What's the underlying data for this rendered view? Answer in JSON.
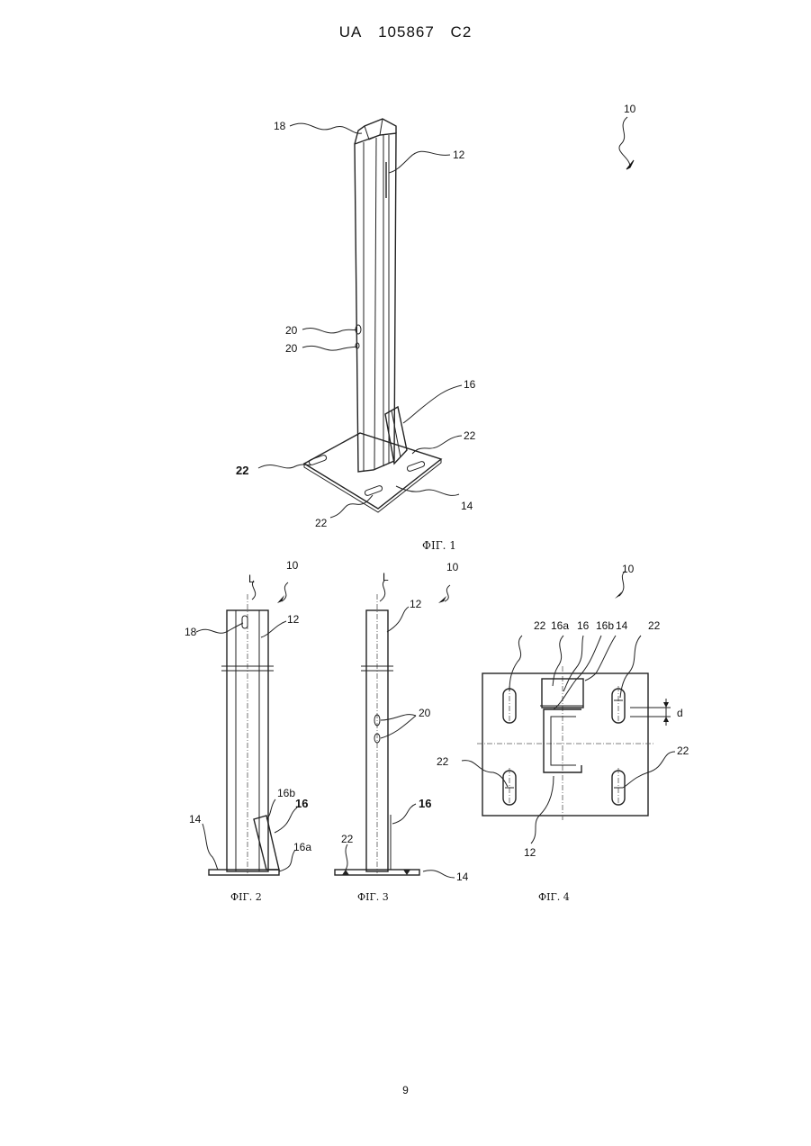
{
  "header": {
    "country": "UA",
    "number": "105867",
    "kind": "C2"
  },
  "figures": {
    "fig1": {
      "caption": "ФІГ. 1",
      "labels": {
        "ref10": "10",
        "ref18": "18",
        "ref12": "12",
        "ref20a": "20",
        "ref20b": "20",
        "ref16": "16",
        "ref22a": "22",
        "ref22b": "22",
        "ref22c": "22",
        "ref14": "14"
      }
    },
    "fig2": {
      "caption": "ФІГ. 2",
      "labels": {
        "refL": "L",
        "ref10": "10",
        "ref18": "18",
        "ref12": "12",
        "ref16b": "16b",
        "ref16": "16",
        "ref14": "14",
        "ref16a": "16a"
      }
    },
    "fig3": {
      "caption": "ФІГ. 3",
      "labels": {
        "refL": "L",
        "ref10": "10",
        "ref12": "12",
        "ref20": "20",
        "ref16": "16",
        "ref22": "22",
        "ref14": "14"
      }
    },
    "fig4": {
      "caption": "ФІГ. 4",
      "labels": {
        "ref10": "10",
        "ref22a": "22",
        "ref16a": "16a",
        "ref16": "16",
        "ref16b": "16b",
        "ref14": "14",
        "ref22b": "22",
        "refd": "d",
        "ref22c": "22",
        "ref22d": "22",
        "ref12": "12"
      }
    }
  },
  "page_number": "9"
}
